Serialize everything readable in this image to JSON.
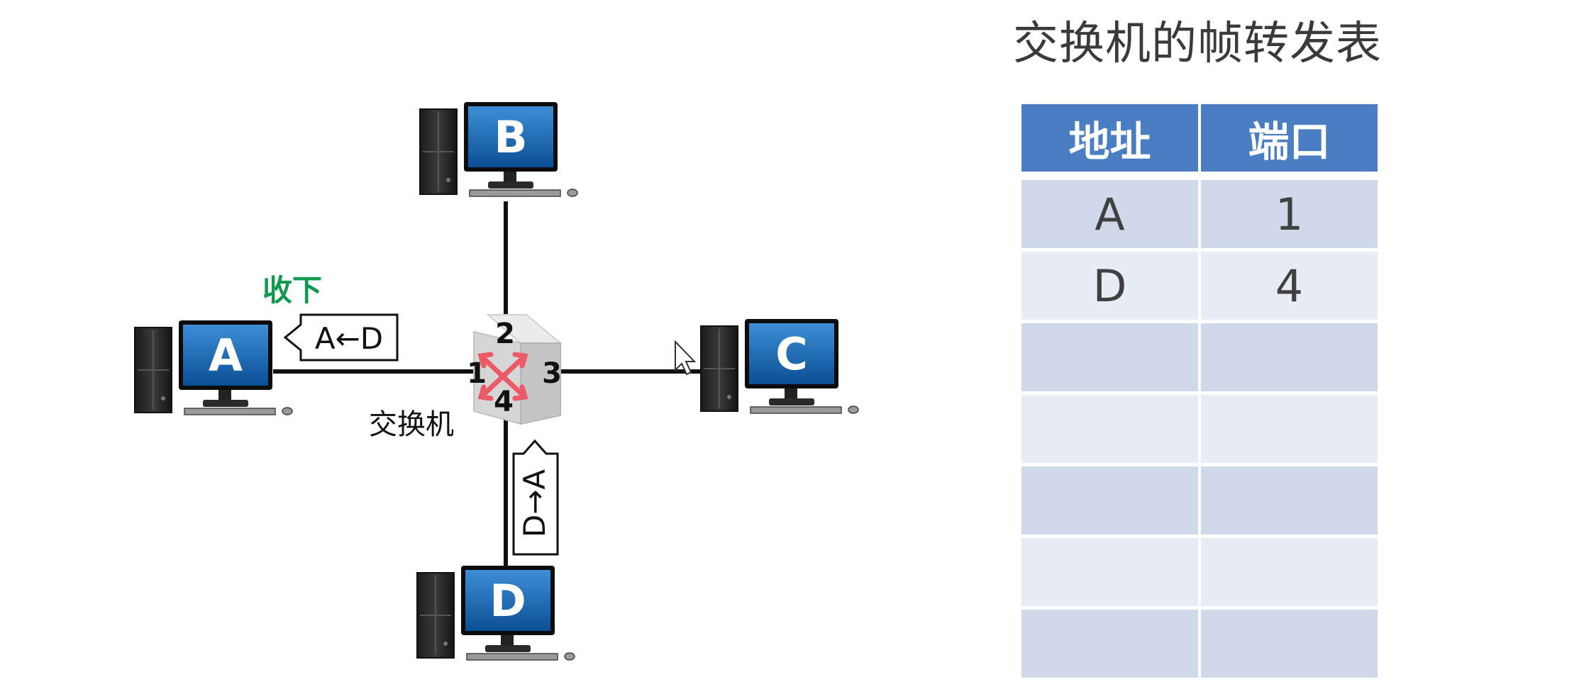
{
  "diagram": {
    "hosts": [
      {
        "id": "A",
        "label": "A"
      },
      {
        "id": "B",
        "label": "B"
      },
      {
        "id": "C",
        "label": "C"
      },
      {
        "id": "D",
        "label": "D"
      }
    ],
    "switch": {
      "label": "交换机",
      "ports": [
        "1",
        "2",
        "3",
        "4"
      ]
    },
    "frames": [
      {
        "id": "frame-to-a",
        "label": "A←D"
      },
      {
        "id": "frame-from-d",
        "label": "D→A"
      }
    ],
    "status": {
      "label": "收下",
      "color": "#0f9a4f"
    }
  },
  "table": {
    "title": "交换机的帧转发表",
    "headers": [
      "地址",
      "端口"
    ],
    "rows": [
      [
        "A",
        "1"
      ],
      [
        "D",
        "4"
      ],
      [
        "",
        ""
      ],
      [
        "",
        ""
      ],
      [
        "",
        ""
      ],
      [
        "",
        ""
      ],
      [
        "",
        ""
      ]
    ],
    "header_color": "#4a7ec2",
    "row_colors": [
      "#cfd9ea",
      "#e7ecf5"
    ]
  }
}
